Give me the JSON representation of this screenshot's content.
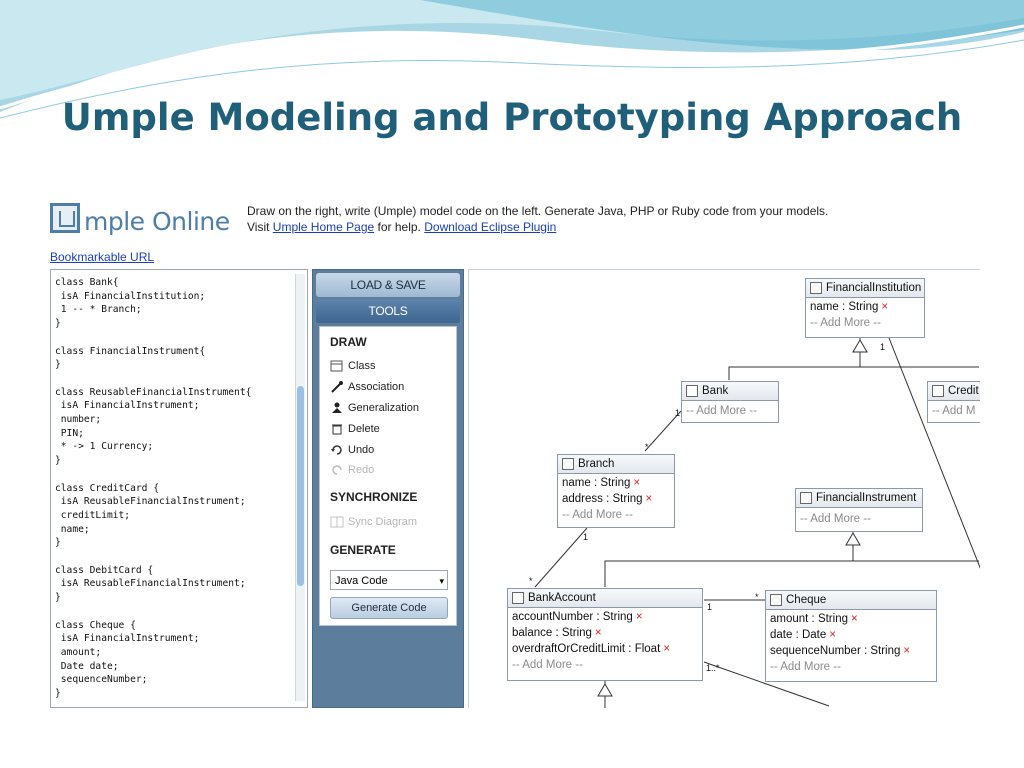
{
  "slide": {
    "title": "Umple Modeling and Prototyping Approach"
  },
  "header": {
    "logo_text": "mple Online",
    "description_line1": "Draw on the right, write (Umple) model code on the left. Generate Java, PHP or Ruby code from your models.",
    "visit_prefix": "Visit",
    "home_link": "Umple Home Page",
    "help_text": "for help.",
    "eclipse_link": "Download Eclipse Plugin"
  },
  "bookmarkable_url": "Bookmarkable URL",
  "code": "class Bank{\n isA FinancialInstitution;\n 1 -- * Branch;\n}\n\nclass FinancialInstrument{\n}\n\nclass ReusableFinancialInstrument{\n isA FinancialInstrument;\n number;\n PIN;\n * -> 1 Currency;\n}\n\nclass CreditCard {\n isA ReusableFinancialInstrument;\n creditLimit;\n name;\n}\n\nclass DebitCard {\n isA ReusableFinancialInstrument;\n}\n\nclass Cheque {\n isA FinancialInstrument;\n amount;\n Date date;\n sequenceNumber;\n}",
  "tools": {
    "load_save": "LOAD & SAVE",
    "tools_header": "TOOLS",
    "draw": "DRAW",
    "class": "Class",
    "association": "Association",
    "generalization": "Generalization",
    "delete": "Delete",
    "undo": "Undo",
    "redo": "Redo",
    "synchronize": "SYNCHRONIZE",
    "sync_diagram": "Sync Diagram",
    "generate": "GENERATE",
    "generate_select": "Java Code",
    "generate_button": "Generate Code"
  },
  "diagram": {
    "add_more": "-- Add More --",
    "classes": {
      "financial_institution": {
        "name": "FinancialInstitution",
        "attrs": [
          "name : String"
        ]
      },
      "bank": {
        "name": "Bank"
      },
      "credit": {
        "name": "Credit",
        "more": "-- Add M"
      },
      "branch": {
        "name": "Branch",
        "attrs": [
          "name : String",
          "address : String"
        ]
      },
      "financial_instrument": {
        "name": "FinancialInstrument"
      },
      "bank_account": {
        "name": "BankAccount",
        "attrs": [
          "accountNumber : String",
          "balance : String",
          "overdraftOrCreditLimit : Float"
        ]
      },
      "cheque": {
        "name": "Cheque",
        "attrs": [
          "amount : String",
          "date : Date",
          "sequenceNumber : String"
        ]
      }
    },
    "multiplicities": {
      "fi_1": "1",
      "bank_1": "1",
      "branch_star": "*",
      "branch_1": "1",
      "ba_star": "*",
      "ba_1": "1",
      "cheque_star": "*",
      "ba_1_many": "1..*"
    },
    "remove_mark": "×"
  }
}
